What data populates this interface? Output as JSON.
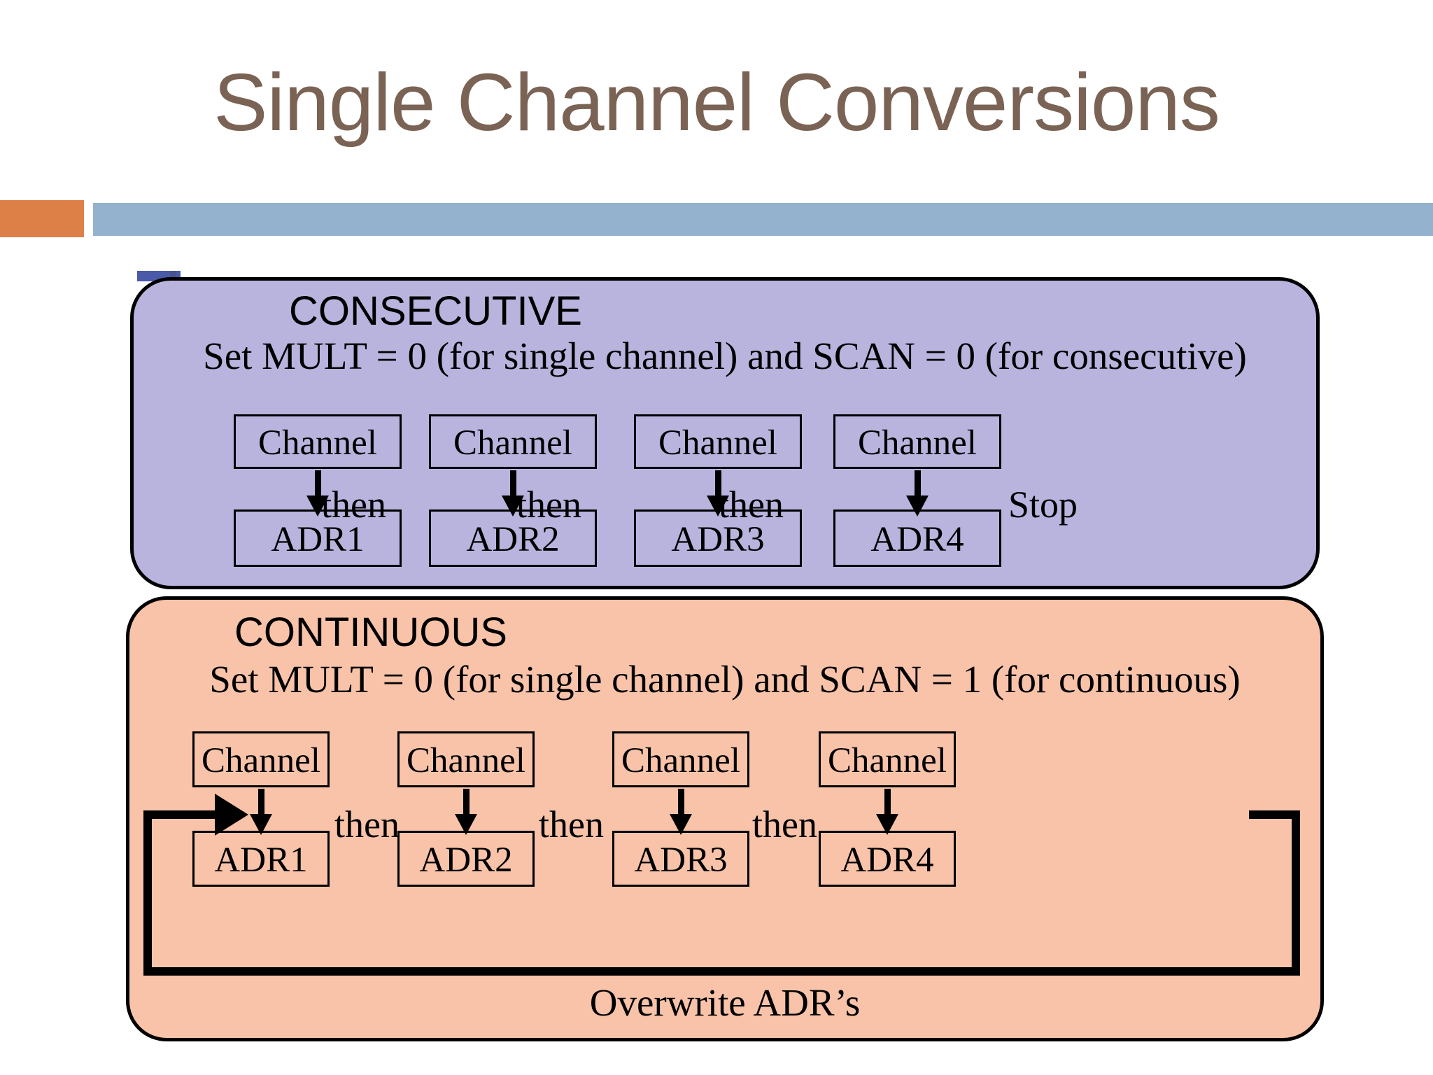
{
  "slide": {
    "title": "Single Channel Conversions",
    "title_color": "#7a6354",
    "accent_orange": "#dd8047",
    "accent_blue": "#94b1cd"
  },
  "panels": [
    {
      "id": "consecutive",
      "heading": "CONSECUTIVE",
      "subtitle": "Set MULT = 0 (for single channel) and SCAN = 0 (for consecutive)",
      "fill_color": "#b8b4de",
      "channels": [
        "Channel",
        "Channel",
        "Channel",
        "Channel"
      ],
      "registers": [
        "ADR1",
        "ADR2",
        "ADR3",
        "ADR4"
      ],
      "connectors": [
        "then",
        "then",
        "then"
      ],
      "terminator": "Stop"
    },
    {
      "id": "continuous",
      "heading": "CONTINUOUS",
      "subtitle": "Set MULT = 0 (for single channel) and SCAN = 1 (for continuous)",
      "fill_color": "#f8c3a9",
      "channels": [
        "Channel",
        "Channel",
        "Channel",
        "Channel"
      ],
      "registers": [
        "ADR1",
        "ADR2",
        "ADR3",
        "ADR4"
      ],
      "connectors": [
        "then",
        "then",
        "then"
      ],
      "loop_label": "Overwrite ADR’s"
    }
  ]
}
